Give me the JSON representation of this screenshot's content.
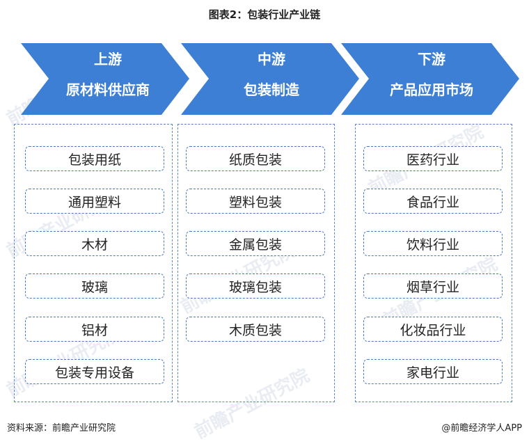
{
  "title": "图表2：包装行业产业链",
  "stages": [
    {
      "heading": "上游",
      "subheading": "原材料供应商",
      "items": [
        "包装用纸",
        "通用塑料",
        "木材",
        "玻璃",
        "铝材",
        "包装专用设备"
      ]
    },
    {
      "heading": "中游",
      "subheading": "包装制造",
      "items": [
        "纸质包装",
        "塑料包装",
        "金属包装",
        "玻璃包装",
        "木质包装"
      ]
    },
    {
      "heading": "下游",
      "subheading": "产品应用市场",
      "items": [
        "医药行业",
        "食品行业",
        "饮料行业",
        "烟草行业",
        "化妆品行业",
        "家电行业"
      ]
    }
  ],
  "footer": {
    "source": "资料来源：前瞻产业研究院",
    "brand": "@前瞻经济学人APP"
  },
  "watermark_text": "前瞻产业研究院",
  "colors": {
    "arrow_fill": "#3d7fd4",
    "border": "#4a79c0"
  }
}
